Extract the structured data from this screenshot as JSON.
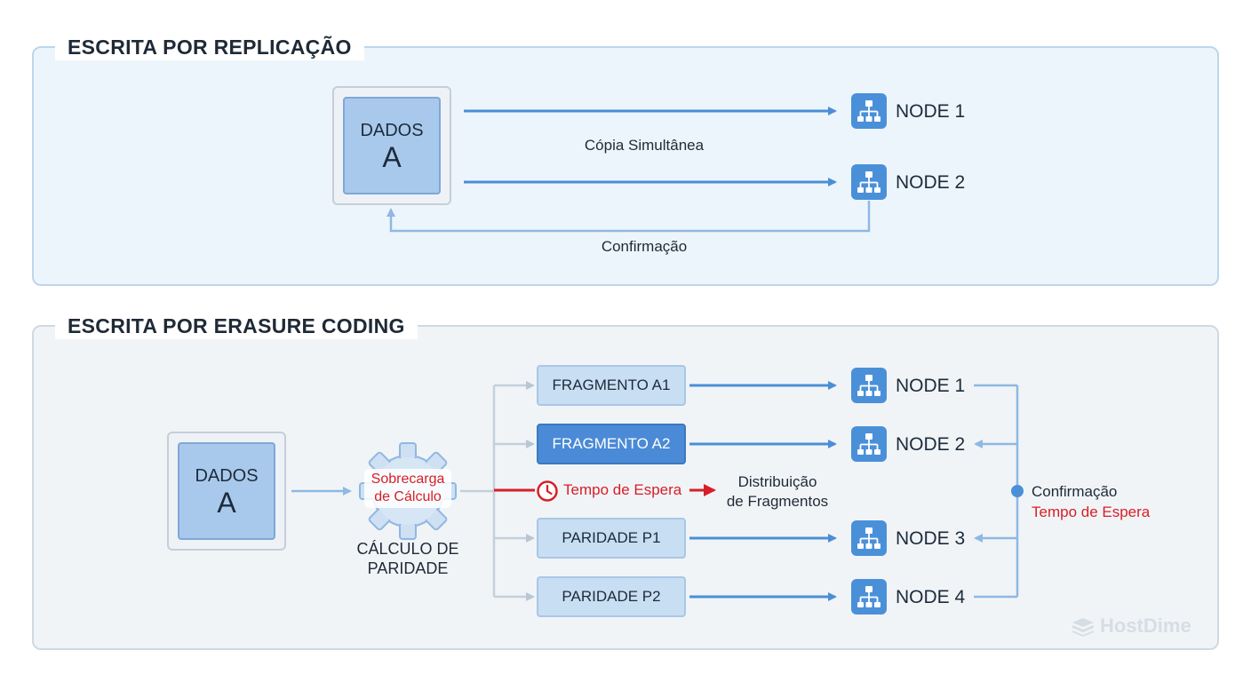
{
  "replication": {
    "title": "ESCRITA POR REPLICAÇÃO",
    "data_block": {
      "line1": "DADOS",
      "line2": "A"
    },
    "copy_label": "Cópia Simultânea",
    "confirm_label": "Confirmação",
    "nodes": [
      "NODE 1",
      "NODE 2"
    ]
  },
  "erasure": {
    "title": "ESCRITA POR ERASURE CODING",
    "data_block": {
      "line1": "DADOS",
      "line2": "A"
    },
    "gear_label": {
      "line1": "Sobrecarga",
      "line2": "de Cálculo"
    },
    "parity_calc": {
      "line1": "CÁLCULO DE",
      "line2": "PARIDADE"
    },
    "fragments": [
      "FRAGMENTO A1",
      "FRAGMENTO A2",
      "PARIDADE P1",
      "PARIDADE P2"
    ],
    "wait_label": "Tempo de Espera",
    "distribution": {
      "line1": "Distribuição",
      "line2": "de Fragmentos"
    },
    "nodes": [
      "NODE 1",
      "NODE 2",
      "NODE 3",
      "NODE 4"
    ],
    "confirm_label": "Confirmação",
    "confirm_wait_label": "Tempo de Espera"
  },
  "brand": "HostDime",
  "colors": {
    "accent_blue": "#4a90d9",
    "arrow_blue": "#4a8fd6",
    "warning_red": "#d61f26"
  },
  "icons": {
    "node": "network-node-icon",
    "gear": "gear-icon",
    "clock": "clock-icon",
    "brand": "hostdime-logo"
  }
}
